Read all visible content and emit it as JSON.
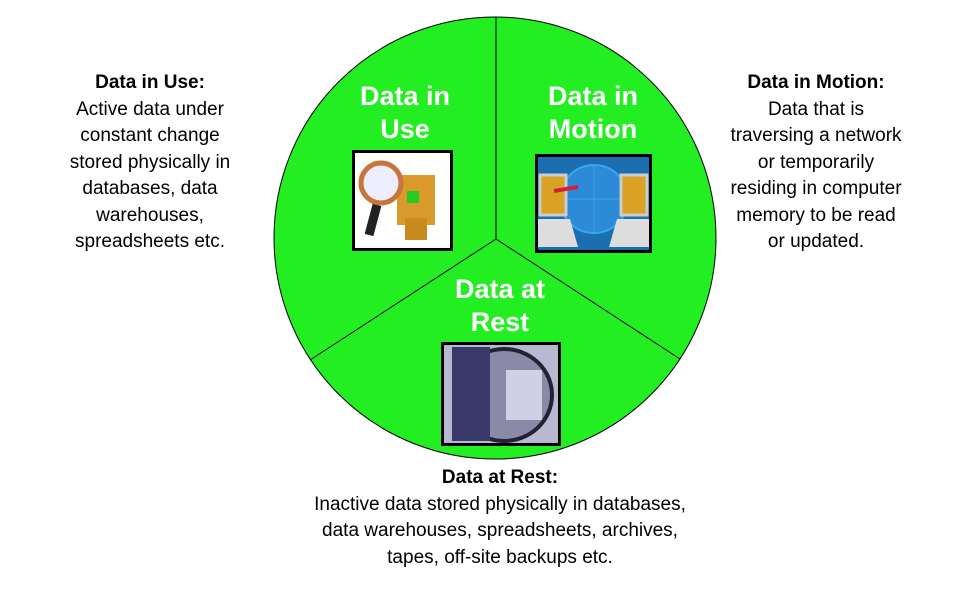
{
  "colors": {
    "segment_fill": "#22ee22",
    "outline": "#000000",
    "title_text": "#ffffff"
  },
  "segments": {
    "in_use": {
      "title_line1": "Data in",
      "title_line2": "Use",
      "icon": "magnifier-over-data-cubes-icon"
    },
    "in_motion": {
      "title_line1": "Data in",
      "title_line2": "Motion",
      "icon": "laptops-network-globe-icon"
    },
    "at_rest": {
      "title_line1": "Data at",
      "title_line2": "Rest",
      "icon": "vault-door-icon"
    }
  },
  "descriptions": {
    "in_use": {
      "heading": "Data in Use:",
      "lines": [
        "Active data under",
        "constant change",
        "stored physically in",
        "databases, data",
        "warehouses,",
        "spreadsheets etc."
      ]
    },
    "in_motion": {
      "heading": "Data in Motion:",
      "lines": [
        "Data that is",
        "traversing a network",
        "or temporarily",
        "residing in computer",
        "memory to be read",
        "or updated."
      ]
    },
    "at_rest": {
      "heading": "Data at Rest:",
      "lines": [
        "Inactive data stored physically in databases,",
        "data warehouses, spreadsheets, archives,",
        "tapes, off-site backups etc."
      ]
    }
  }
}
